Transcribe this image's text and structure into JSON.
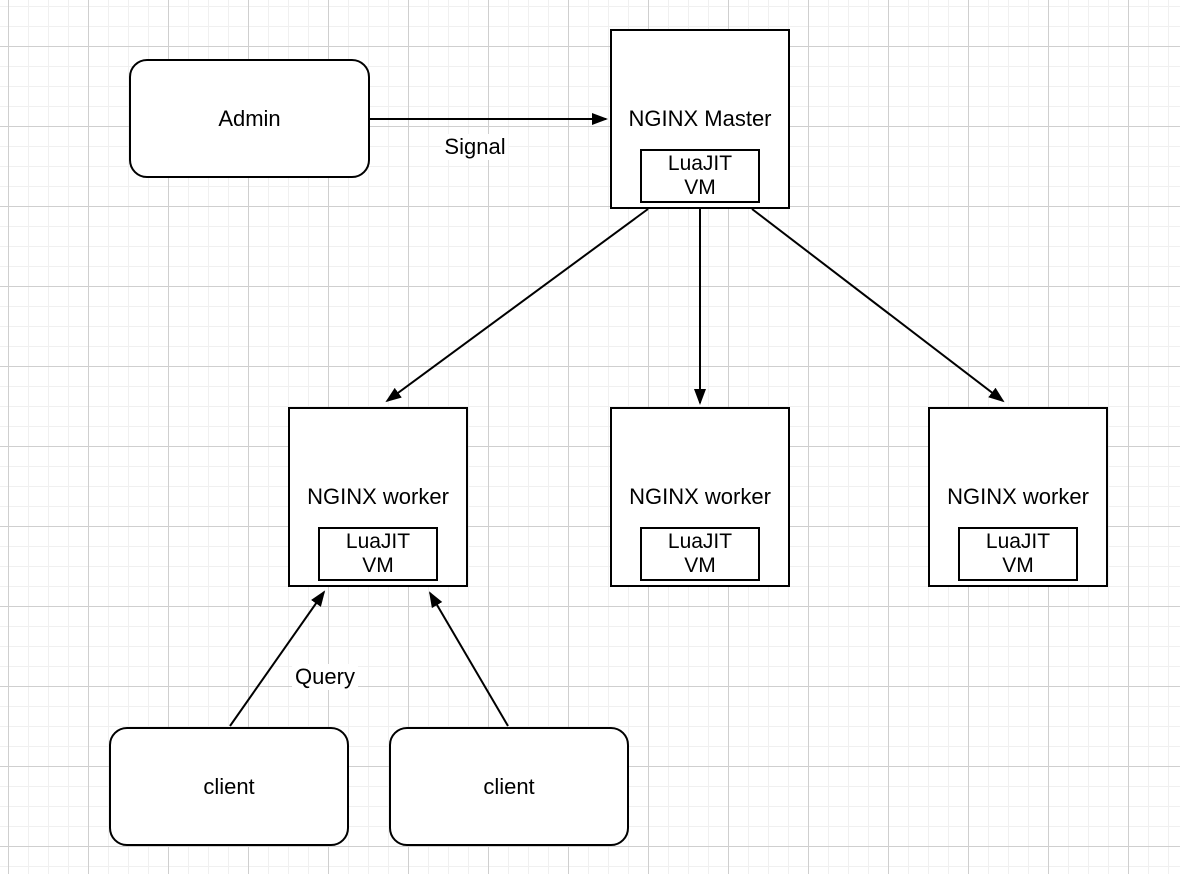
{
  "nodes": {
    "admin": {
      "label": "Admin",
      "shape": "rounded-rectangle"
    },
    "master": {
      "label": "NGINX Master",
      "shape": "rectangle",
      "vm": {
        "line1": "LuaJIT",
        "line2": "VM"
      }
    },
    "worker_left": {
      "label": "NGINX worker",
      "shape": "rectangle",
      "vm": {
        "line1": "LuaJIT",
        "line2": "VM"
      }
    },
    "worker_middle": {
      "label": "NGINX worker",
      "shape": "rectangle",
      "vm": {
        "line1": "LuaJIT",
        "line2": "VM"
      }
    },
    "worker_right": {
      "label": "NGINX worker",
      "shape": "rectangle",
      "vm": {
        "line1": "LuaJIT",
        "line2": "VM"
      }
    },
    "client_left": {
      "label": "client",
      "shape": "rounded-rectangle"
    },
    "client_right": {
      "label": "client",
      "shape": "rounded-rectangle"
    }
  },
  "edges": {
    "signal": {
      "from": "Admin",
      "to": "NGINX Master",
      "label": "Signal"
    },
    "master_to_worker_left": {
      "from": "NGINX Master",
      "to": "NGINX worker (left)"
    },
    "master_to_worker_middle": {
      "from": "NGINX Master",
      "to": "NGINX worker (middle)"
    },
    "master_to_worker_right": {
      "from": "NGINX Master",
      "to": "NGINX worker (right)"
    },
    "query": {
      "from": "client (left)",
      "to": "NGINX worker (left)",
      "label": "Query"
    },
    "client_right_to_worker": {
      "from": "client (right)",
      "to": "NGINX worker (left)"
    }
  },
  "colors": {
    "stroke": "#000000",
    "text": "#000000",
    "node_fill": "#ffffff",
    "background": "#ffffff",
    "grid_minor": "#f0f0f0",
    "grid_major": "#cfcfcf"
  }
}
